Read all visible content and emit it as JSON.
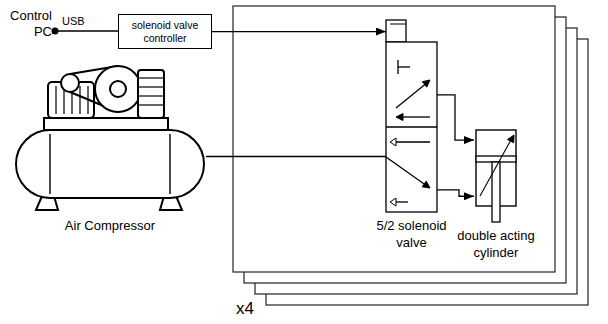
{
  "diagram": {
    "nodes": [
      {
        "text": [
          "solenoid valve controller"
        ]
      },
      {
        "text": [
          "5/2 solenoid valve"
        ]
      },
      {
        "text": [
          "double acting cylinder"
        ]
      },
      {
        "text": [
          "Air Compressor"
        ]
      }
    ],
    "edges": [
      {
        "from": 0,
        "to": 1,
        "arrow": "to"
      },
      {
        "from": 3,
        "to": 1,
        "arrow": "none"
      },
      {
        "from": 1,
        "to": 2,
        "arrow": "to"
      },
      {
        "from": 1,
        "to": 2,
        "arrow": "to"
      }
    ],
    "labels": [
      "Control PC",
      "USB",
      "x4"
    ]
  }
}
